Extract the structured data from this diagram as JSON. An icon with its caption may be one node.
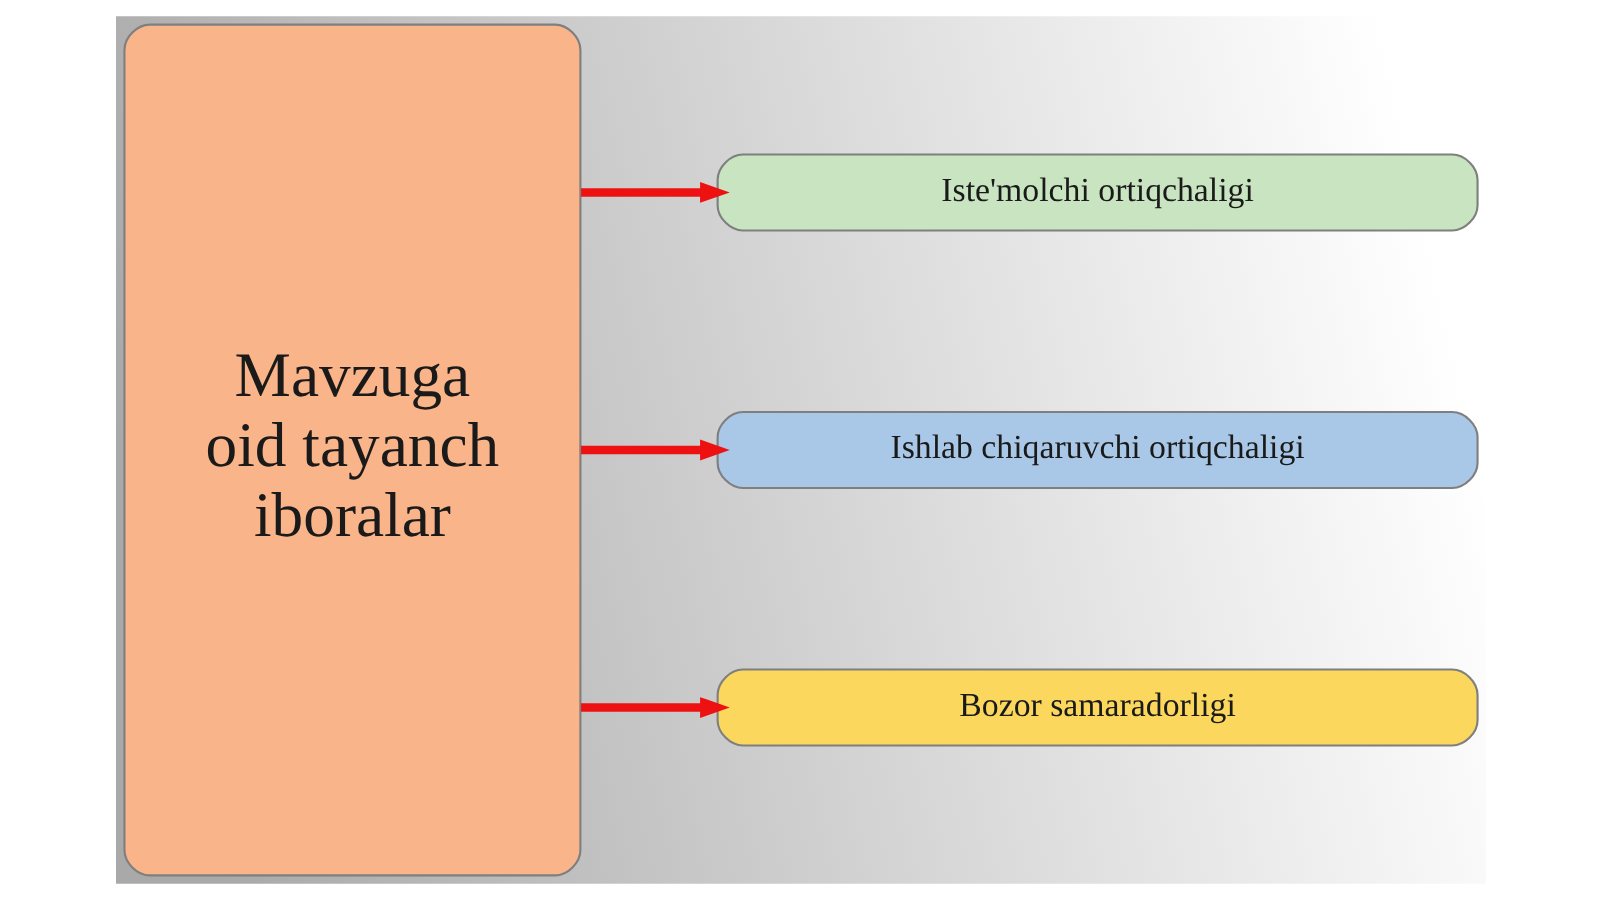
{
  "diagram": {
    "nodes": [
      {
        "text": [
          "Mavzuga oid tayanch iboralar"
        ]
      },
      {
        "text": [
          "Iste'molchi ortiqchaligi"
        ]
      },
      {
        "text": [
          "Ishlab chiqaruvchi ortiqchaligi"
        ]
      },
      {
        "text": [
          "Bozor samaradorligi"
        ]
      }
    ],
    "edges": [
      {
        "from": 0,
        "to": 1,
        "arrow": "to"
      },
      {
        "from": 0,
        "to": 2,
        "arrow": "to"
      },
      {
        "from": 0,
        "to": 3,
        "arrow": "to"
      }
    ]
  }
}
